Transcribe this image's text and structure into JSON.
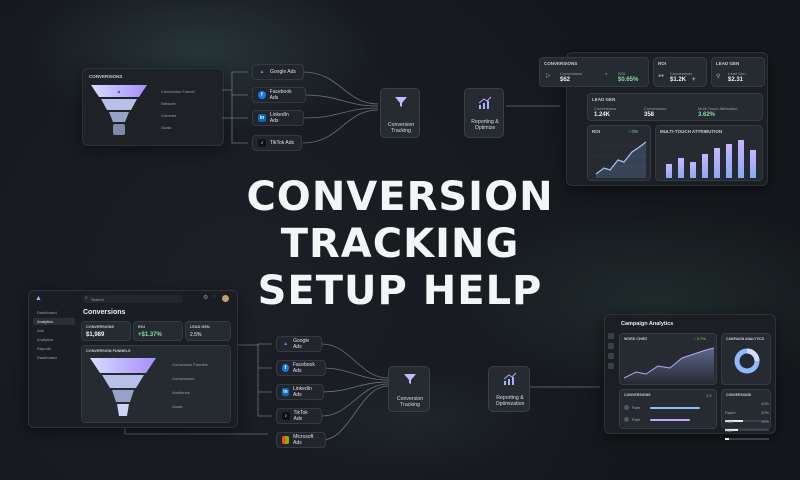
{
  "headline": [
    "CONVERSION",
    "TRACKING",
    "SETUP HELP"
  ],
  "top_left_panel": {
    "title": "CONVERSIONS",
    "funnel_labels": [
      "Conversion Funnel",
      "Network",
      "Currents",
      "Goals"
    ]
  },
  "top_platforms": [
    "Google Ads",
    "Facebook Ads",
    "LinkedIn Ads",
    "TikTok Ads"
  ],
  "top_tracking": {
    "label_line1": "Conversion",
    "label_line2": "Tracking"
  },
  "top_reporting": {
    "label_line1": "Reporting &",
    "label_line2": "Optimize"
  },
  "top_right_dashboard": {
    "conversions_title": "CONVERSIONS",
    "conv_stat1_label": "Conversions",
    "conv_stat1_value": "$62",
    "conv_stat2_label": "ROI",
    "conv_stat2_value": "$0.65%",
    "roi_title": "ROI",
    "roi_stat_label": "Conversions",
    "roi_stat_value": "$1.2K",
    "roi_stat_delta": "+",
    "leadgen_title": "LEAD GEN",
    "leadgen_stat_label": "Lead Gen",
    "leadgen_stat_value": "$2.31",
    "leadgen_row_title": "LEAD GEN",
    "leadgen_cols": [
      {
        "label": "Conversions",
        "value": "1.24K"
      },
      {
        "label": "Conversions",
        "value": "358"
      },
      {
        "label": "Multi-Touch Attribution",
        "value": "3.62%"
      }
    ],
    "roi_chart_title": "ROI",
    "roi_chart_delta": "↑ 0%",
    "mta_title": "MULTI-TOUCH ATTRIBUTION"
  },
  "bottom_left_app": {
    "search_placeholder": "Search",
    "nav_items": [
      "Dashboard",
      "Analytics",
      "Ads",
      "Analytics",
      "Reports",
      "Dashboard"
    ],
    "page_title": "Conversions",
    "stat1_label": "CONVERSIONS",
    "stat1_value": "$1,989",
    "stat2_label": "ROI",
    "stat2_value": "+$1.37%",
    "stat3_label": "LEAD GEN",
    "stat3_value": "2.5%",
    "funnel_title": "CONVERSION FUNNELS",
    "funnel_labels": [
      "Conversion Funnels",
      "Conversions",
      "Ambience",
      "Goals"
    ]
  },
  "bottom_platforms": [
    "Google Ads",
    "Facebook Ads",
    "LinkedIn Ads",
    "TikTok Ads",
    "Microsoft Ads"
  ],
  "bottom_tracking": {
    "label_line1": "Conversion",
    "label_line2": "Tracking"
  },
  "bottom_reporting": {
    "label_line1": "Reporting &",
    "label_line2": "Optimization"
  },
  "bottom_right_dashboard": {
    "title": "Campaign Analytics",
    "chart_card_title": "WORK CHIEZ",
    "chart_delta": "↑ 0.7%",
    "donut_title": "CAMPAIGN ANALYTICS",
    "conversions_title": "CONVERSIONS",
    "conversions_count": "4.5",
    "conv_rows": [
      "Rate",
      "Rate"
    ],
    "conversions2_title": "CONVERSIONS",
    "bars_rows": [
      {
        "label": "Rapid",
        "value": "40%"
      },
      {
        "label": "Rate",
        "value": "30%"
      },
      {
        "label": "Rate",
        "value": "10%"
      }
    ]
  },
  "colors": {
    "accent_purple": "#b59cff",
    "accent_blue": "#8fb8ff",
    "green": "#7fe0a0"
  }
}
